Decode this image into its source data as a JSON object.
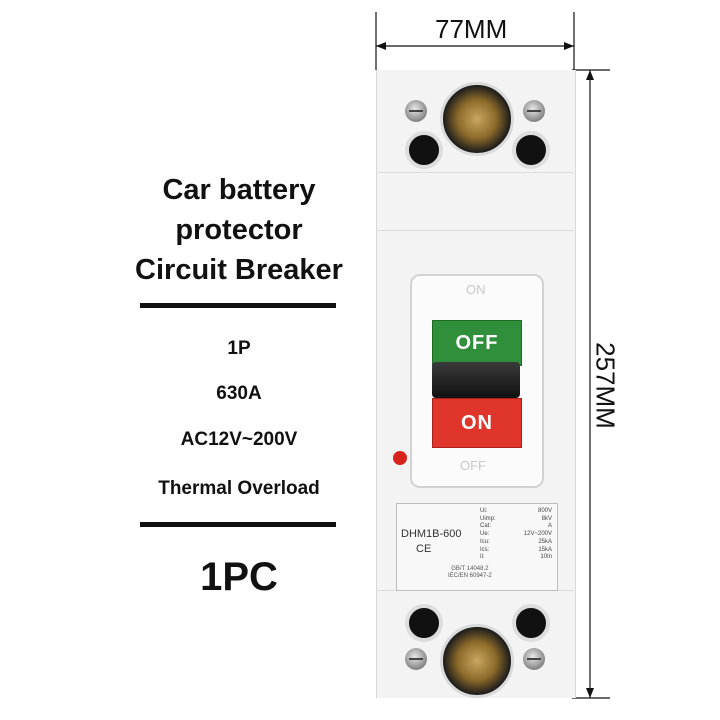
{
  "product": {
    "title_lines": [
      "Car battery",
      "protector",
      "Circuit Breaker"
    ],
    "specs": [
      "1P",
      "630A",
      "AC12V~200V",
      "Thermal Overload"
    ],
    "quantity": "1PC"
  },
  "dimensions": {
    "width_label": "77MM",
    "height_label": "257MM"
  },
  "breaker": {
    "on_indicator": "ON",
    "off_button": "OFF",
    "on_button": "ON",
    "off_indicator": "OFF",
    "model": "DHM1B-600",
    "ce_mark": "CE",
    "spec_table": [
      {
        "key": "Ui:",
        "value": "800V"
      },
      {
        "key": "Uimp:",
        "value": "8kV"
      },
      {
        "key": "Cat:",
        "value": "A"
      },
      {
        "key": "Ue:",
        "value": "12V~200V"
      },
      {
        "key": "Icu:",
        "value": "25kA"
      },
      {
        "key": "Ics:",
        "value": "15kA"
      },
      {
        "key": "Ii:",
        "value": "10In"
      }
    ],
    "standards": [
      "GB/T 14048.2",
      "IEC/EN 60947-2"
    ]
  },
  "colors": {
    "off_green": "#2f8f3a",
    "on_red": "#e0352b",
    "text": "#111111"
  }
}
